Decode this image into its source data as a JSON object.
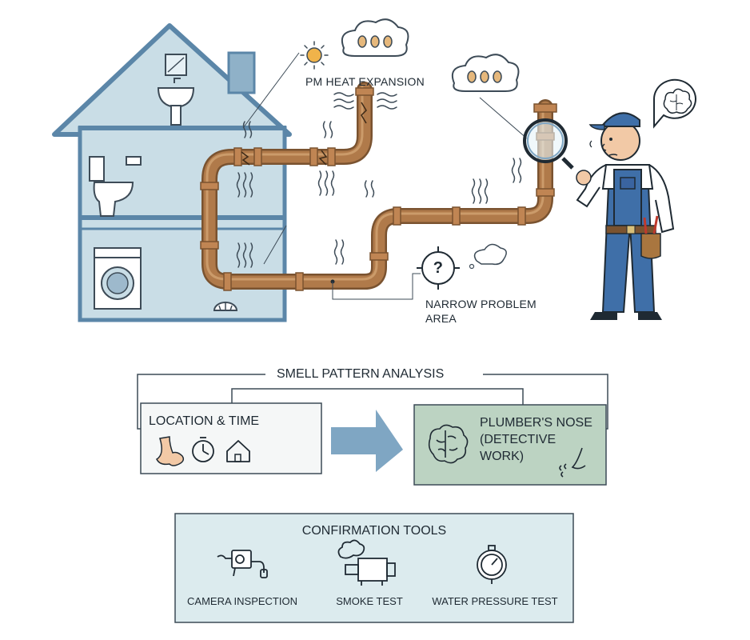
{
  "labels": {
    "heat_expansion": "PM HEAT EXPANSION",
    "problem_area_line1": "NARROW PROBLEM",
    "problem_area_line2": "AREA",
    "problem_icon": "?"
  },
  "analysis": {
    "title": "SMELL PATTERN ANALYSIS",
    "location_box": {
      "title": "LOCATION & TIME",
      "icons": [
        "nose-icon",
        "clock-icon",
        "house-icon"
      ]
    },
    "nose_box": {
      "title_line1": "PLUMBER'S NOSE",
      "title_line2": "(DETECTIVE",
      "title_line3": "WORK)",
      "icons": [
        "brain-icon",
        "sniffing-nose-icon"
      ]
    }
  },
  "tools": {
    "title": "CONFIRMATION TOOLS",
    "items": [
      {
        "label": "CAMERA INSPECTION",
        "icon": "camera-icon"
      },
      {
        "label": "SMOKE TEST",
        "icon": "smoke-machine-icon"
      },
      {
        "label": "WATER PRESSURE TEST",
        "icon": "pressure-gauge-icon"
      }
    ]
  },
  "colors": {
    "house_fill": "#c9dde6",
    "house_stroke": "#5b86a8",
    "pipe": "#b07a4a",
    "pipe_dark": "#7a5330",
    "nose_box_fill": "#bcd3c2",
    "tools_box_fill": "#dcebee",
    "arrow": "#7fa6c3",
    "overalls": "#3f6fa8"
  }
}
